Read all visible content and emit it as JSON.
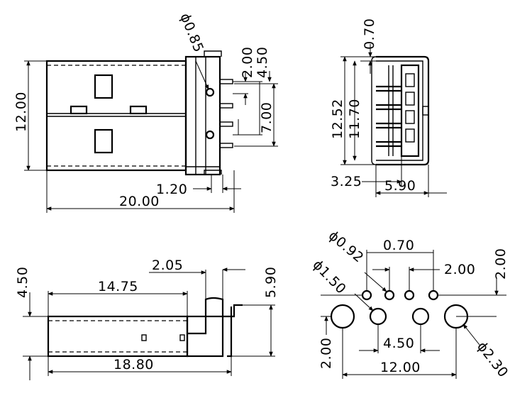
{
  "top_view": {
    "width_label": "12.00",
    "hole_dia_label": "ϕ0.85",
    "pitch_a_label": "2.00",
    "pitch_b_label": "4.50",
    "span_label": "7.00",
    "pin_len_label": "1.20",
    "length_label": "20.00"
  },
  "end_view": {
    "top_label": "0.70",
    "outer_height_label": "12.52",
    "inner_height_label": "11.70",
    "lip_label": "3.25",
    "depth_label": "5.90"
  },
  "side_view": {
    "height_label": "4.50",
    "shell_len_label": "14.75",
    "tab_label": "2.05",
    "total_height_label": "5.90",
    "body_len_label": "18.80"
  },
  "footprint": {
    "pin_hole_label": "ϕ0.92",
    "pitch_small_label": "0.70",
    "pitch_right_label": "2.00",
    "right_vert_label": "2.00",
    "peg_hole_label": "ϕ1.50",
    "row_offset_label": "2.00",
    "inner_span_label": "4.50",
    "outer_span_label": "12.00",
    "mount_hole_label": "ϕ2.30"
  }
}
